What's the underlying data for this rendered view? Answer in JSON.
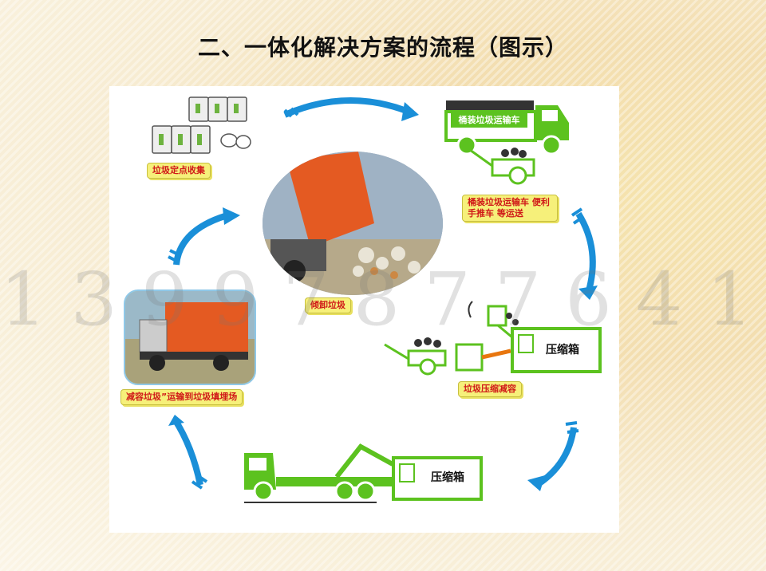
{
  "slide": {
    "title": "二、一体化解决方案的流程（图示）",
    "watermark": "13997877641"
  },
  "diagram": {
    "steps": [
      {
        "label": "垃圾定点收集"
      },
      {
        "label": "桶装垃圾运输车 便利手推车 等运送"
      },
      {
        "label": "垃圾压缩减容"
      },
      {
        "label": "减容垃圾”运输到垃圾填埋场"
      },
      {
        "label": "倾卸垃圾"
      }
    ],
    "truck_sign": "桶装垃圾运输车",
    "compress_box_label": "压缩箱",
    "compress_box_label_2": "压缩箱"
  },
  "colors": {
    "arrow": "#1a8fd8",
    "truck_green": "#5cc21f",
    "label_bg": "#f6f07a",
    "label_text": "#d01818",
    "dump_orange": "#e45a22"
  }
}
